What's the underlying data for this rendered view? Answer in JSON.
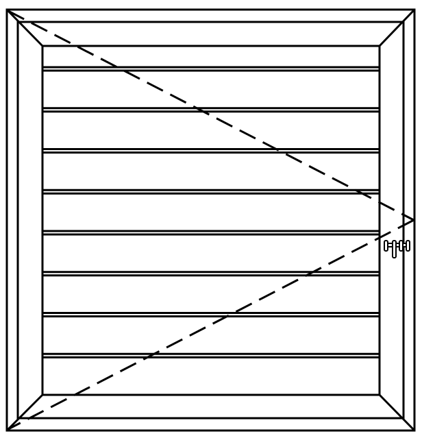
{
  "drawing": {
    "type": "window-shutter-elevation",
    "opening": "hinged",
    "hinge_side": "left",
    "handle_side": "right",
    "slat_count": 9,
    "has_latch": true,
    "frame_profile": "beveled",
    "line_color": "#000000",
    "background_color": "#ffffff",
    "swing_line_style": "dashed"
  }
}
